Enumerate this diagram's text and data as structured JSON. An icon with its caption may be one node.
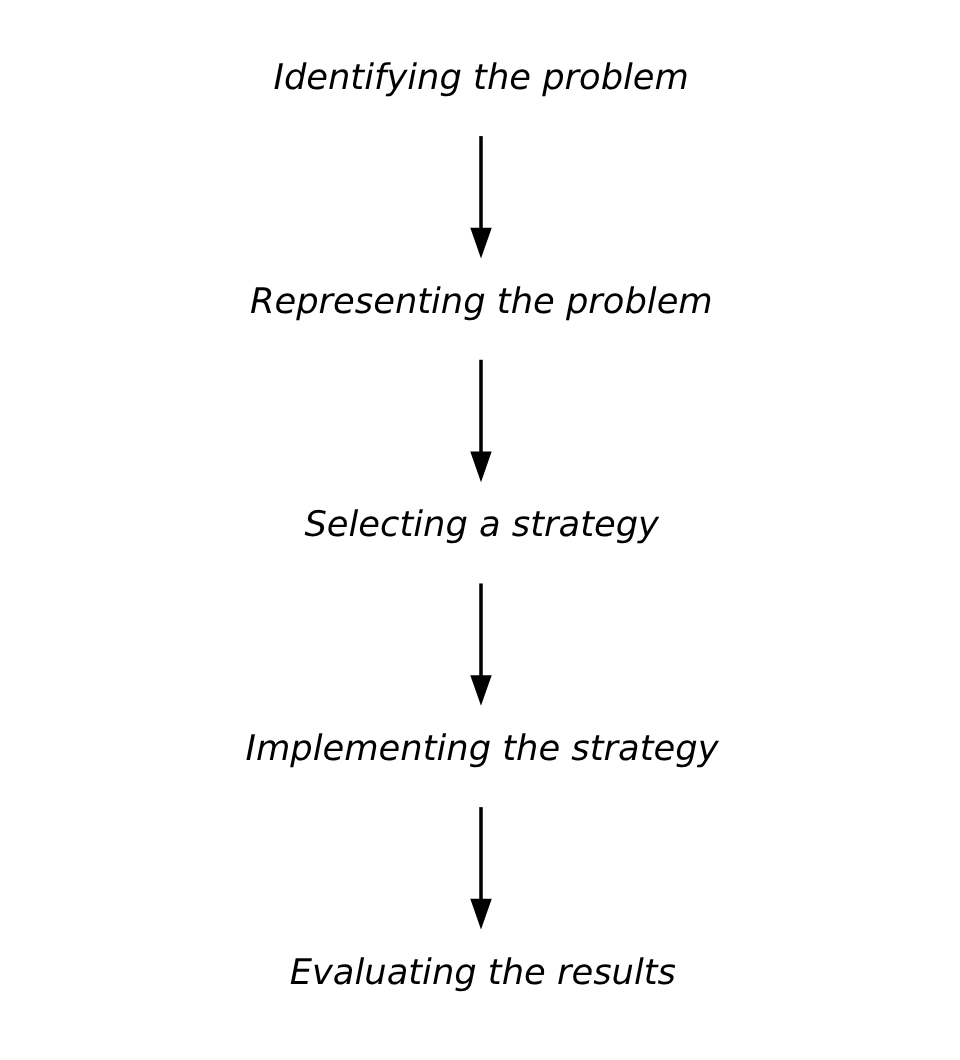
{
  "diagram": {
    "nodes": [
      {
        "text": [
          "Identifying the problem"
        ]
      },
      {
        "text": [
          "Representing the problem"
        ]
      },
      {
        "text": [
          "Selecting a strategy"
        ]
      },
      {
        "text": [
          "Implementing the strategy"
        ]
      },
      {
        "text": [
          "Evaluating the results"
        ]
      }
    ],
    "edges": [
      {
        "from": 0,
        "to": 1,
        "arrow": "to"
      },
      {
        "from": 1,
        "to": 2,
        "arrow": "to"
      },
      {
        "from": 2,
        "to": 3,
        "arrow": "to"
      },
      {
        "from": 3,
        "to": 4,
        "arrow": "to"
      }
    ]
  }
}
